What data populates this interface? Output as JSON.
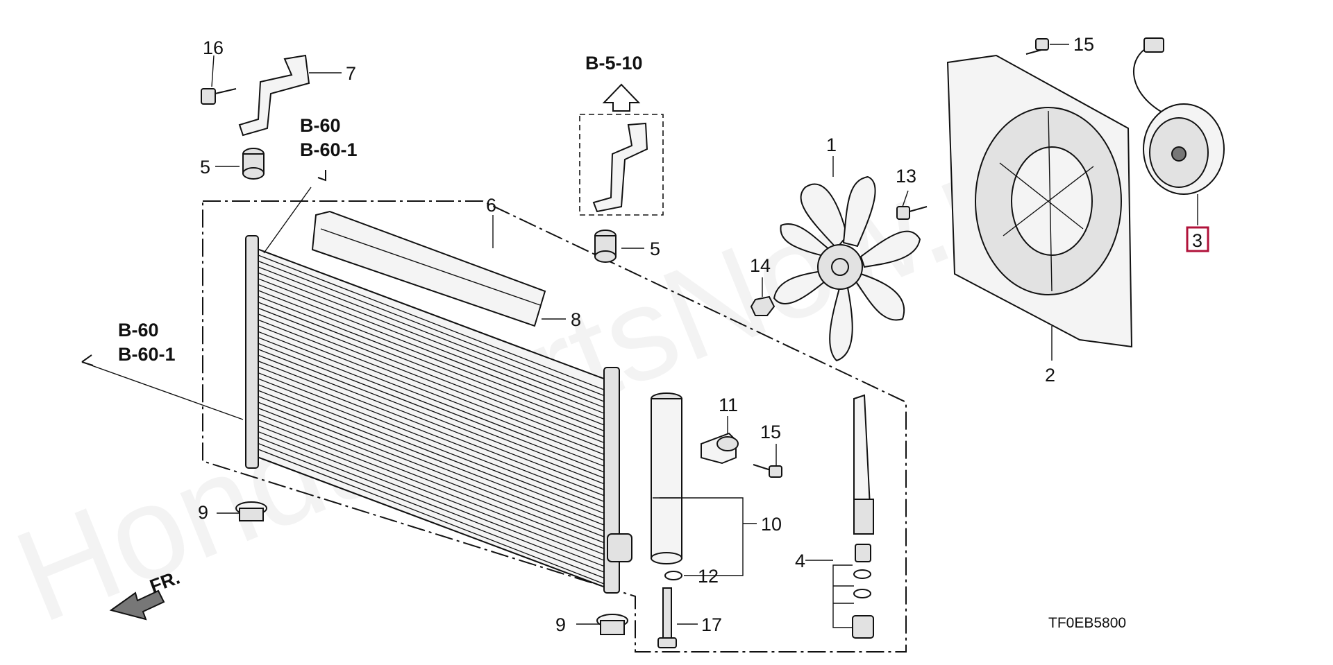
{
  "watermark": "HondaPartsNow.ru",
  "diagram_code": "TF0EB5800",
  "front_label": "FR.",
  "refs": {
    "top_left_1": "B-60",
    "top_left_2": "B-60-1",
    "left_1": "B-60",
    "left_2": "B-60-1",
    "top_center": "B-5-10"
  },
  "callouts": {
    "c16": "16",
    "c7": "7",
    "c5a": "5",
    "c6": "6",
    "c5b": "5",
    "c8": "8",
    "c1": "1",
    "c13": "13",
    "c14": "14",
    "c15a": "15",
    "c2": "2",
    "c3": "3",
    "c11": "11",
    "c15b": "15",
    "c10": "10",
    "c12": "12",
    "c4": "4",
    "c9a": "9",
    "c9b": "9",
    "c17": "17"
  },
  "highlighted_part": "3",
  "colors": {
    "highlight": "#b0123a",
    "ink": "#111111"
  }
}
